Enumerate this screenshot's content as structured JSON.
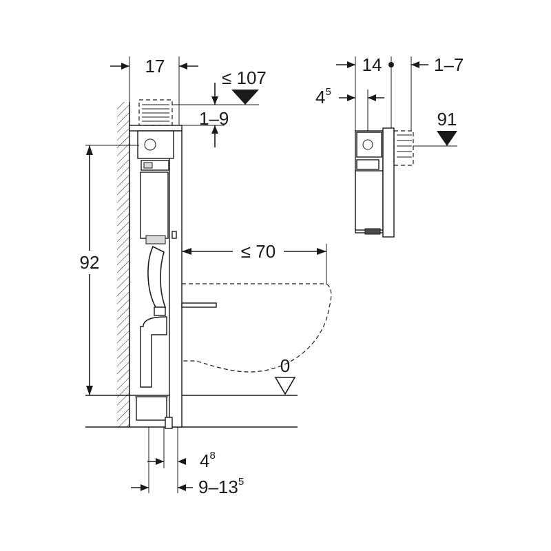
{
  "dimensions": {
    "frame_depth": "17",
    "top_height": "≤ 107",
    "top_adjust": "1–9",
    "frame_height": "92",
    "bowl_projection": "≤ 70",
    "floor_level": "0",
    "pipe_offset_base": "4",
    "pipe_offset_exp": "8",
    "wall_gap": "9–13",
    "wall_gap_exp": "5",
    "side_depth": "14",
    "side_adjust": "1–7",
    "side_offset_base": "4",
    "side_offset_exp": "5",
    "side_height": "91"
  }
}
